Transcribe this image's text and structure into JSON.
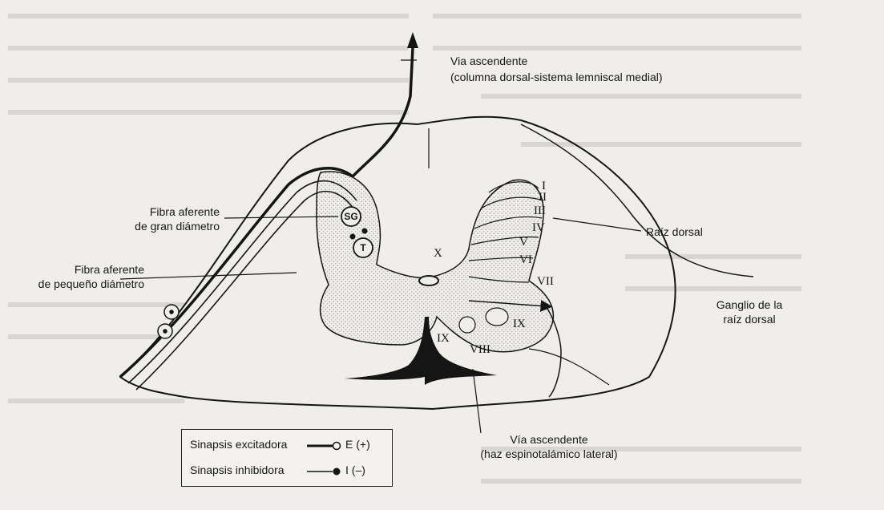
{
  "labels": {
    "via_ascendente_top": "Via ascendente",
    "via_ascendente_top_sub": "(columna dorsal-sistema lemniscal medial)",
    "fibra_gran_1": "Fibra aferente",
    "fibra_gran_2": "de gran diámetro",
    "fibra_peq_1": "Fibra aferente",
    "fibra_peq_2": "de pequeño diámetro",
    "raiz_dorsal": "Raíz dorsal",
    "ganglio_1": "Ganglio de la",
    "ganglio_2": "raíz dorsal",
    "via_ascendente_bottom": "Vía ascendente",
    "via_ascendente_bottom_sub": "(haz espinotalámico lateral)"
  },
  "laminae": {
    "I": "I",
    "II": "II",
    "III": "III",
    "IV": "IV",
    "V": "V",
    "VI": "VI",
    "VII": "VII",
    "VIII": "VIII",
    "IX": "IX",
    "X": "X"
  },
  "cells": {
    "sg": "SG",
    "t": "T"
  },
  "legend": {
    "excitatory_label": "Sinapsis excitadora",
    "excitatory_symbol": "E (+)",
    "inhibitory_label": "Sinapsis inhibidora",
    "inhibitory_symbol": "I (–)"
  },
  "colors": {
    "ink": "#151515",
    "paper": "#efeeea",
    "stipple": "#9a9a9a"
  }
}
